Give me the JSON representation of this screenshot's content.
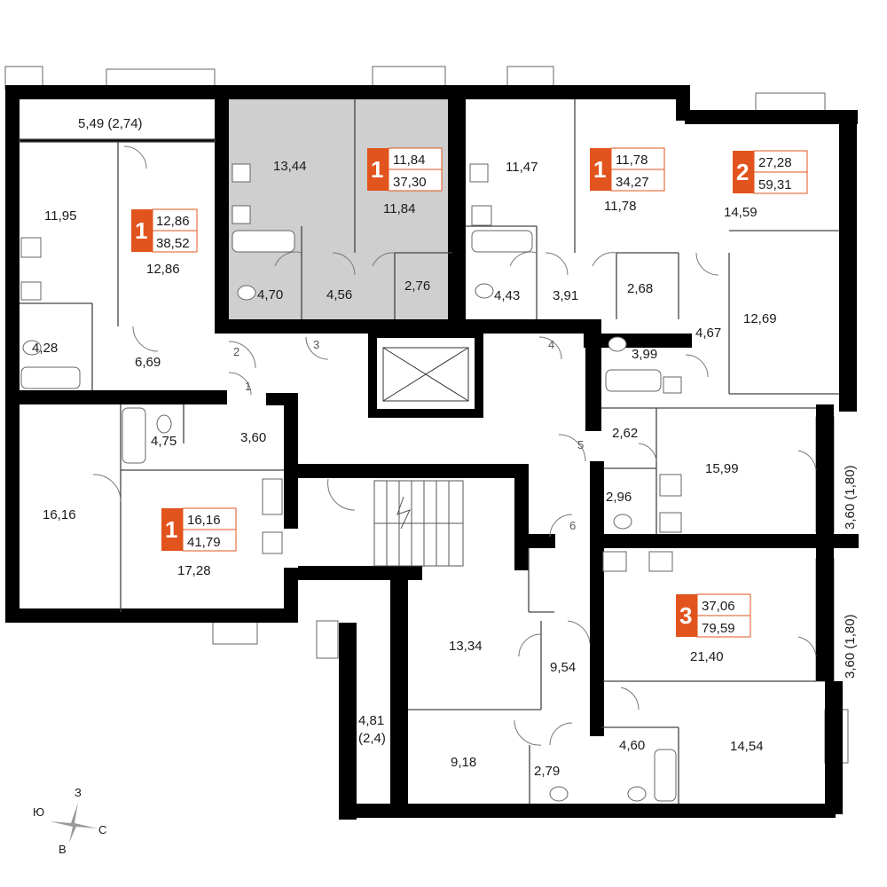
{
  "colors": {
    "accent": "#e2541d",
    "highlight": "#cfcfcf",
    "wall": "#000000"
  },
  "apartments": [
    {
      "rooms": "1",
      "living": "12,86",
      "total": "38,52"
    },
    {
      "rooms": "1",
      "living": "11,84",
      "total": "37,30"
    },
    {
      "rooms": "1",
      "living": "11,78",
      "total": "34,27"
    },
    {
      "rooms": "2",
      "living": "27,28",
      "total": "59,31"
    },
    {
      "rooms": "1",
      "living": "16,16",
      "total": "41,79"
    },
    {
      "rooms": "3",
      "living": "37,06",
      "total": "79,59"
    }
  ],
  "rooms": [
    "5,49 (2,74)",
    "11,95",
    "12,86",
    "4,28",
    "6,69",
    "13,44",
    "11,84",
    "4,70",
    "4,56",
    "2,76",
    "11,47",
    "11,78",
    "4,43",
    "3,91",
    "2,68",
    "14,59",
    "12,69",
    "4,67",
    "3,99",
    "4,75",
    "3,60",
    "16,16",
    "17,28",
    "2,62",
    "15,99",
    "2,96",
    "3,60 (1,80)",
    "3,60 (1,80)",
    "13,34",
    "9,54",
    "21,40",
    "4,81",
    "(2,4)",
    "9,18",
    "2,79",
    "4,60",
    "14,54"
  ],
  "entrances": [
    "1",
    "2",
    "3",
    "4",
    "5",
    "6"
  ],
  "compass": {
    "n": "С",
    "s": "Ю",
    "w": "З",
    "e": "В"
  }
}
